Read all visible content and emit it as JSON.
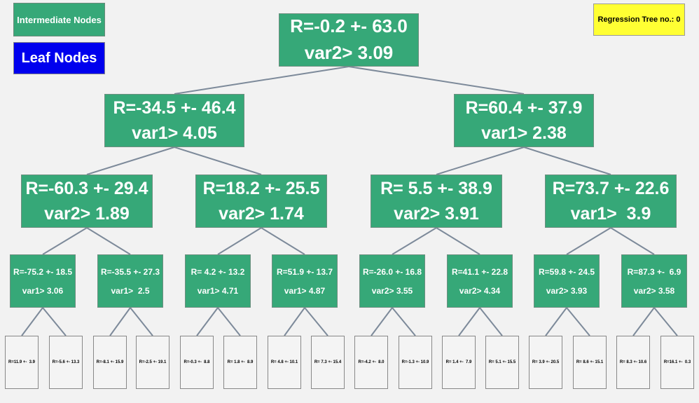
{
  "legend": {
    "intermediate_label": "Intermediate Nodes",
    "leaf_label": "Leaf Nodes",
    "tree_label": "Regression Tree no.: 0"
  },
  "colors": {
    "intermediate": "#36a878",
    "leaf_legend": "#0000ee",
    "tree_label": "#ffff33",
    "edge": "#7d8a9a"
  },
  "nodes": {
    "root": {
      "value": "R=-0.2 +- 63.0",
      "split": "var2> 3.09"
    },
    "l1_0": {
      "value": "R=-34.5 +- 46.4",
      "split": "var1> 4.05"
    },
    "l1_1": {
      "value": "R=60.4 +- 37.9",
      "split": "var1> 2.38"
    },
    "l2_0": {
      "value": "R=-60.3 +- 29.4",
      "split": "var2> 1.89"
    },
    "l2_1": {
      "value": "R=18.2 +- 25.5",
      "split": "var2> 1.74"
    },
    "l2_2": {
      "value": "R= 5.5 +- 38.9",
      "split": "var2> 3.91"
    },
    "l2_3": {
      "value": "R=73.7 +- 22.6",
      "split": "var1>  3.9"
    },
    "l3_0": {
      "value": "R=-75.2 +- 18.5",
      "split": "var1> 3.06"
    },
    "l3_1": {
      "value": "R=-35.5 +- 27.3",
      "split": "var1>  2.5"
    },
    "l3_2": {
      "value": "R= 4.2 +- 13.2",
      "split": "var1> 4.71"
    },
    "l3_3": {
      "value": "R=51.9 +- 13.7",
      "split": "var1> 4.87"
    },
    "l3_4": {
      "value": "R=-26.0 +- 16.8",
      "split": "var2> 3.55"
    },
    "l3_5": {
      "value": "R=41.1 +- 22.8",
      "split": "var2> 4.34"
    },
    "l3_6": {
      "value": "R=59.8 +- 24.5",
      "split": "var2> 3.93"
    },
    "l3_7": {
      "value": "R=87.3 +-  6.9",
      "split": "var2> 3.58"
    }
  },
  "leaves": [
    "R=11.9 +-  3.9",
    "R=-5.6 +- 13.3",
    "R=-8.1 +- 15.9",
    "R=-2.5 +- 19.1",
    "R=-0.3 +-  8.8",
    "R= 1.8 +-  8.9",
    "R= 4.8 +- 10.1",
    "R= 7.3 +- 15.4",
    "R=-4.2 +-  8.0",
    "R=-1.3 +- 10.9",
    "R= 1.4 +-  7.9",
    "R= 5.1 +- 15.5",
    "R= 3.9 +- 20.5",
    "R= 8.6 +- 15.1",
    "R= 8.3 +- 10.6",
    "R=16.1 +-  0.3"
  ]
}
